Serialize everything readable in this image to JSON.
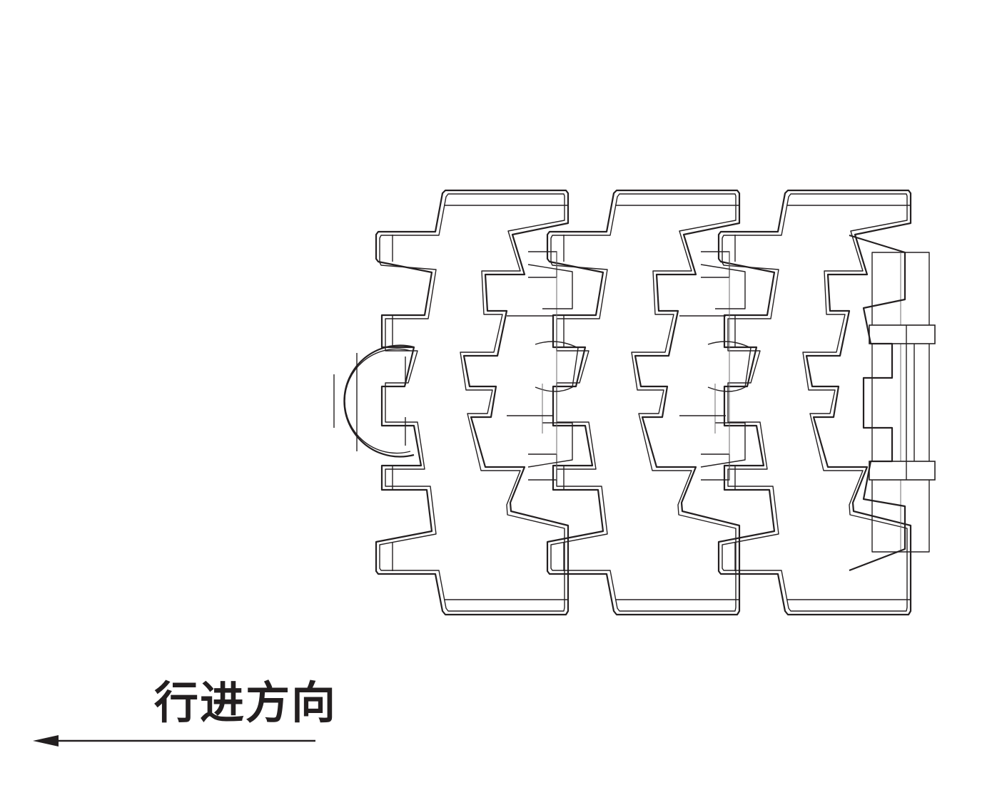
{
  "diagram": {
    "direction_label": "行进方向",
    "stroke_color": "#231f20",
    "background_color": "#ffffff",
    "link_count": 3,
    "arrow_direction": "left"
  }
}
